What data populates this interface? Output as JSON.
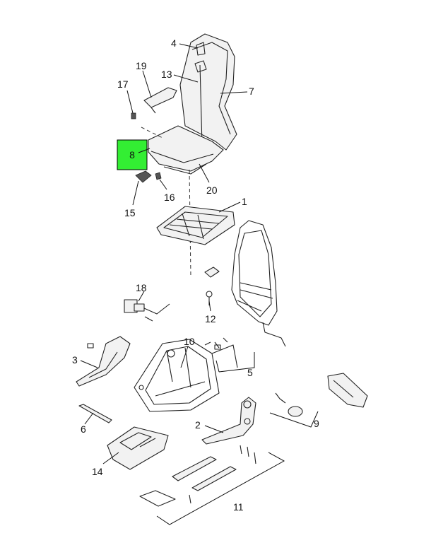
{
  "highlight": {
    "label": "8",
    "color": "#33ee33"
  },
  "callouts": [
    "1",
    "2",
    "3",
    "4",
    "5",
    "6",
    "7",
    "9",
    "10",
    "11",
    "12",
    "13",
    "14",
    "15",
    "16",
    "17",
    "18",
    "19",
    "20"
  ]
}
